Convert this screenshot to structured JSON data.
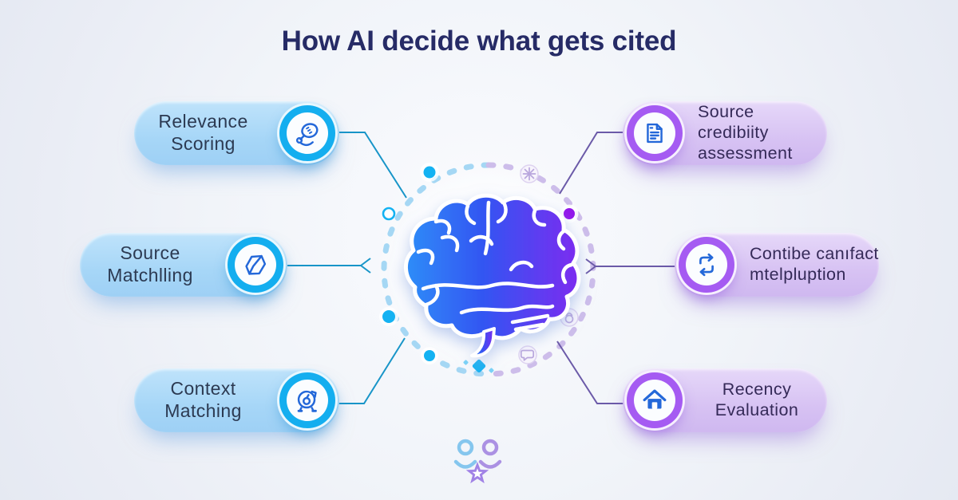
{
  "title": "How AI decide what gets cited",
  "left_items": [
    {
      "line1": "Relevance",
      "line2": "Scoring",
      "icon": "magnifier-icon"
    },
    {
      "line1": "Source",
      "line2": "Matchlling",
      "icon": "tag-icon"
    },
    {
      "line1": "Context",
      "line2": "Matching",
      "icon": "timer-icon"
    }
  ],
  "right_items": [
    {
      "line1": "Source credibiity",
      "line2": "assessment",
      "icon": "document-icon"
    },
    {
      "line1": "Contibe canıfact",
      "line2": "mtelpluption",
      "icon": "sync-icon"
    },
    {
      "line1": "Recency",
      "line2": "Evaluation",
      "icon": "home-icon"
    }
  ],
  "center": {
    "icon": "brain-icon"
  },
  "decor_icons": [
    "snowflake-icon",
    "kettlebell-icon",
    "chat-bubble-icon",
    "user-icon",
    "user-icon",
    "star-icon"
  ],
  "colors": {
    "background": "#eff2f8",
    "title_text": "#262b66",
    "left_pill": "#a9d8f6",
    "left_accent": "#14aeef",
    "right_pill": "#dccaf4",
    "right_accent": "#a55bf2",
    "icon_blue": "#2468d9",
    "brain_gradient_left": "#2e8df8",
    "brain_gradient_right": "#7d2bf0",
    "line_left": "#1895c8",
    "line_right": "#6b5aa8"
  }
}
